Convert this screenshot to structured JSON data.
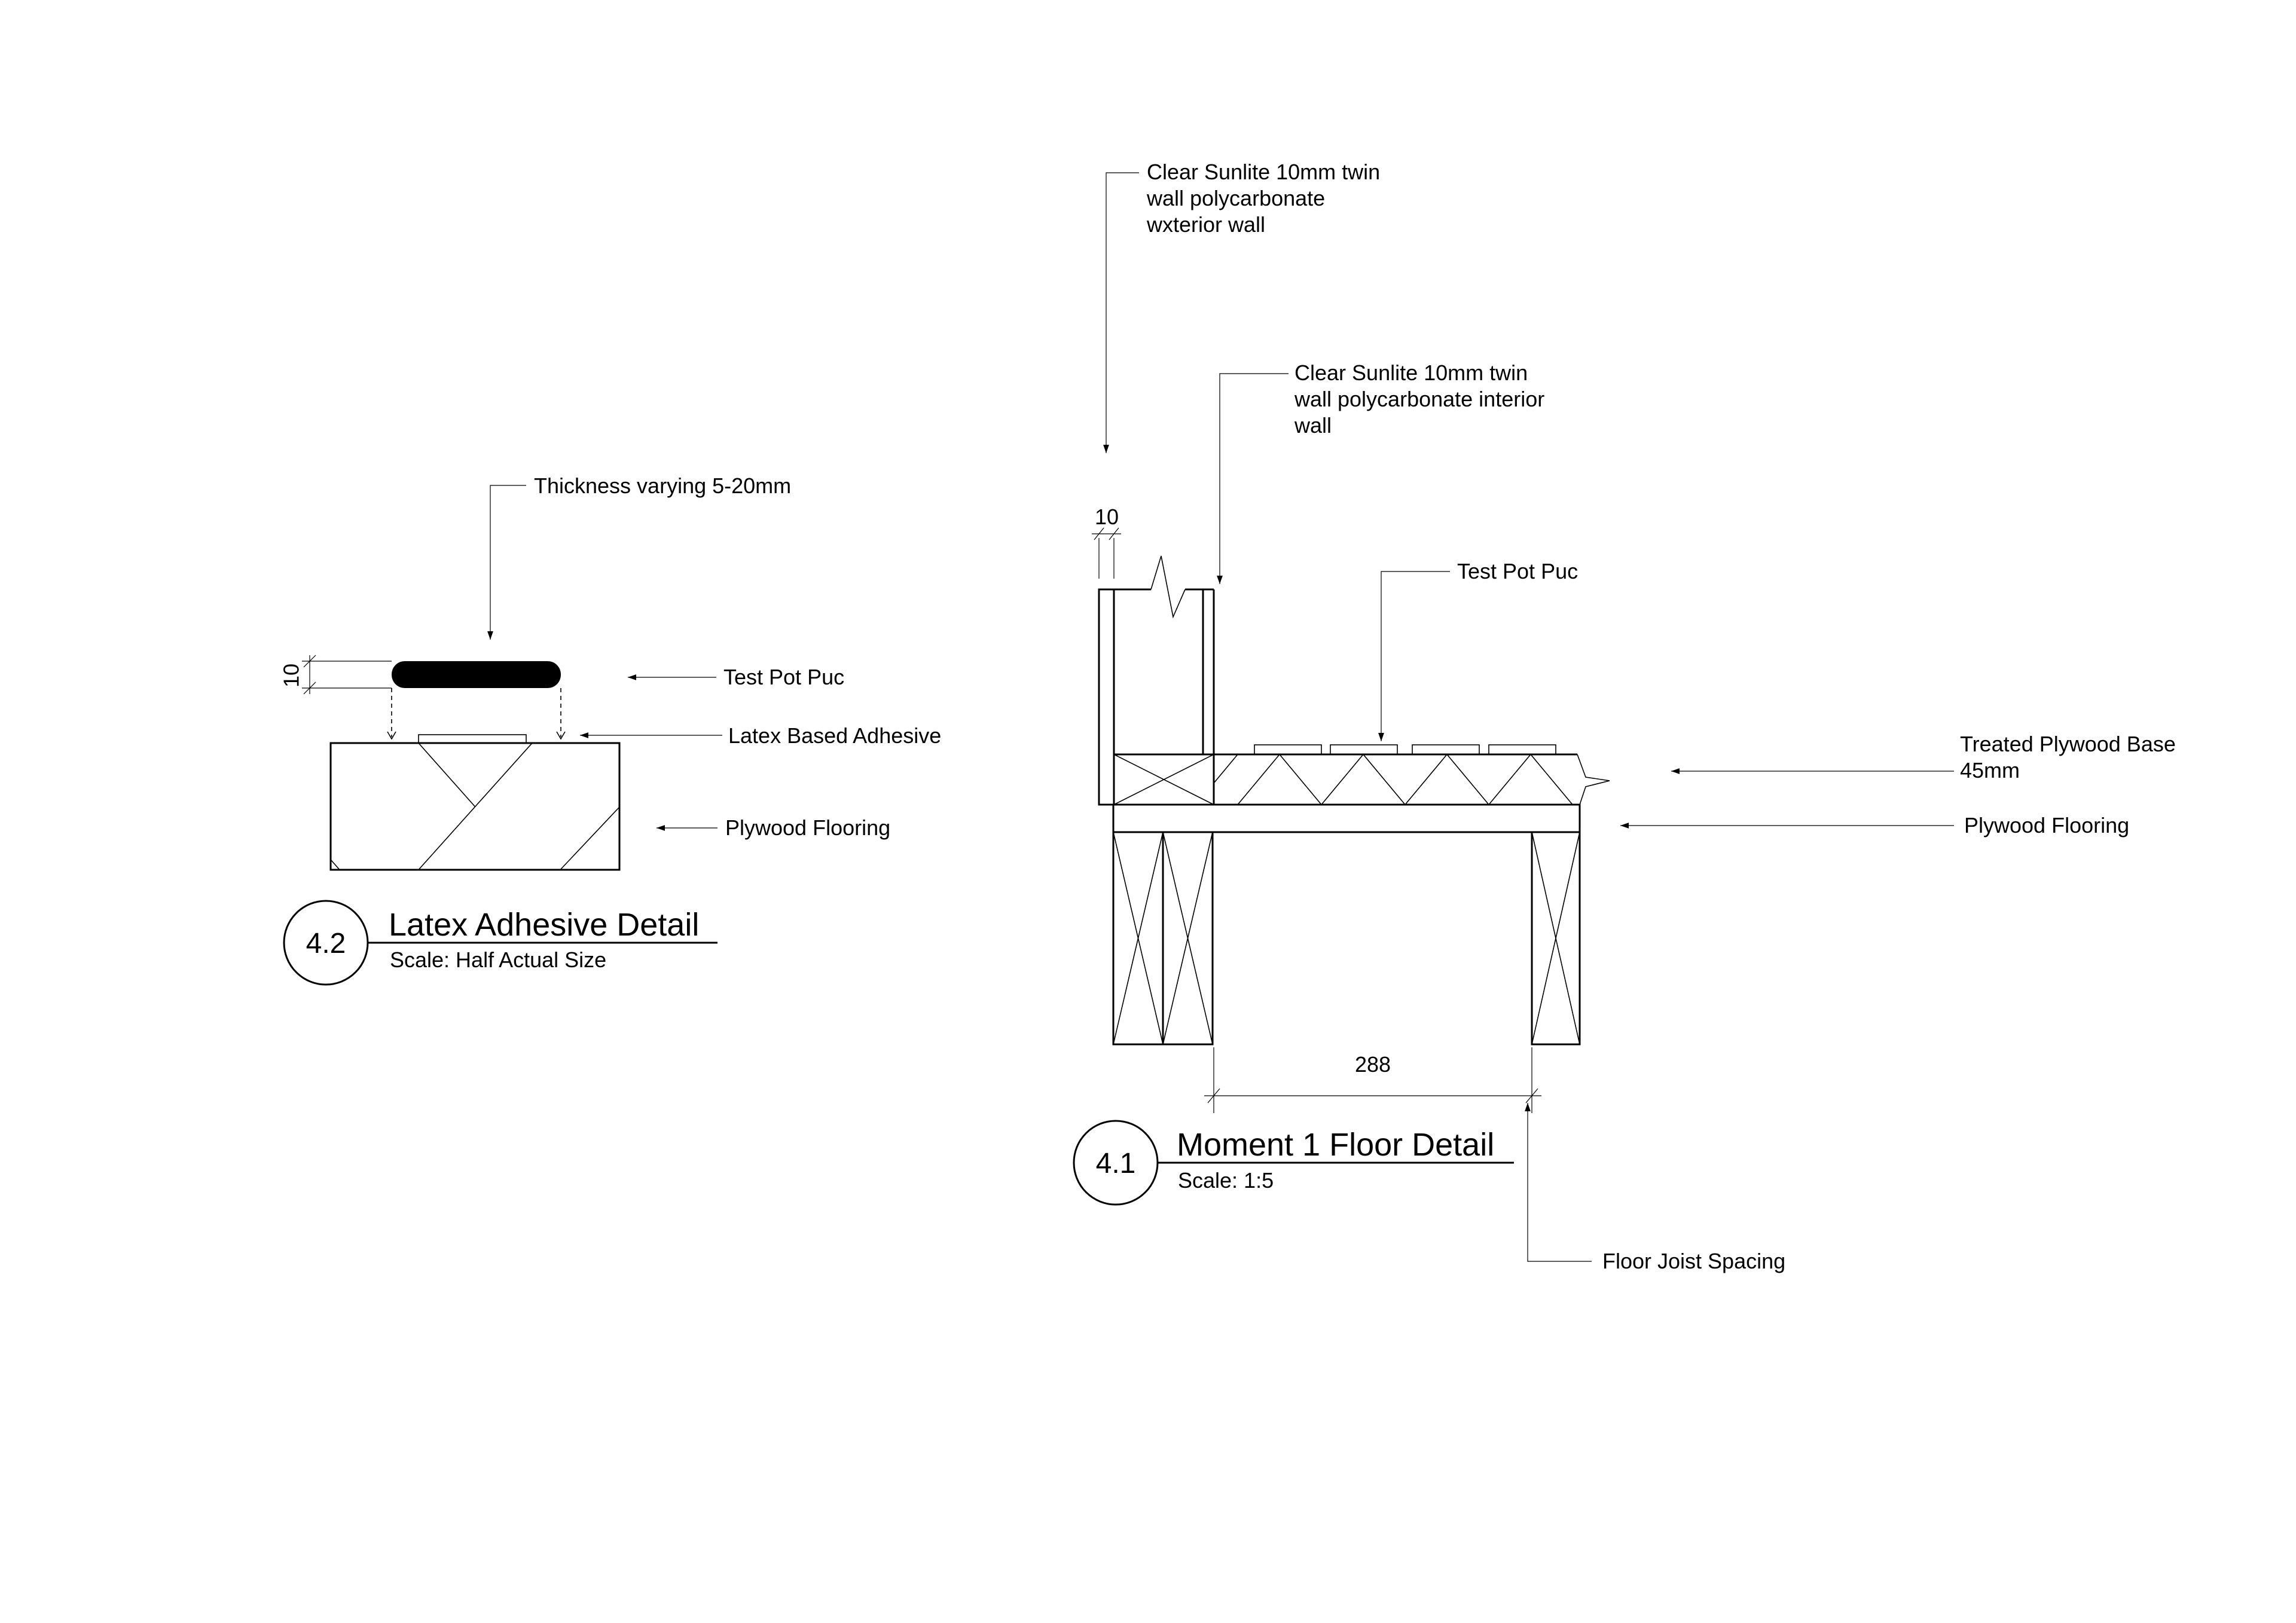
{
  "detail_42": {
    "number": "4.2",
    "title": "Latex Adhesive Detail",
    "scale": "Scale: Half Actual Size",
    "dim_thickness": "10",
    "labels": {
      "thickness": "Thickness varying 5-20mm",
      "test_pot_puc": "Test Pot Puc",
      "latex_adhesive": "Latex Based Adhesive",
      "plywood_flooring": "Plywood Flooring"
    }
  },
  "detail_41": {
    "number": "4.1",
    "title": "Moment 1 Floor Detail",
    "scale": "Scale: 1:5",
    "dim_wall": "10",
    "dim_spacing": "288",
    "labels": {
      "exterior_wall": [
        "Clear Sunlite 10mm twin",
        "wall polycarbonate",
        "wxterior wall"
      ],
      "interior_wall": [
        "Clear Sunlite 10mm twin",
        "wall polycarbonate interior",
        "wall"
      ],
      "test_pot_puc": "Test Pot Puc",
      "treated_base": [
        "Treated Plywood Base",
        "45mm"
      ],
      "plywood_flooring": "Plywood Flooring",
      "joist_spacing": "Floor Joist Spacing"
    }
  }
}
